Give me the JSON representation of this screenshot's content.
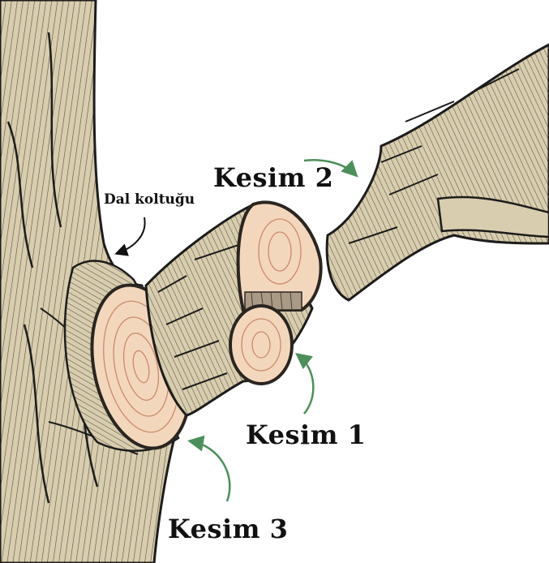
{
  "labels": {
    "branch_collar": "Dal koltuğu",
    "cut1": "Kesim 1",
    "cut2": "Kesim 2",
    "cut3": "Kesim 3"
  },
  "colors": {
    "bark": "#d8cdae",
    "bark_dark": "#1c1c1c",
    "wood": "#f3d7bd",
    "ring": "#c98a6a",
    "arrow": "#4c8f5a",
    "pointer": "#111111"
  }
}
